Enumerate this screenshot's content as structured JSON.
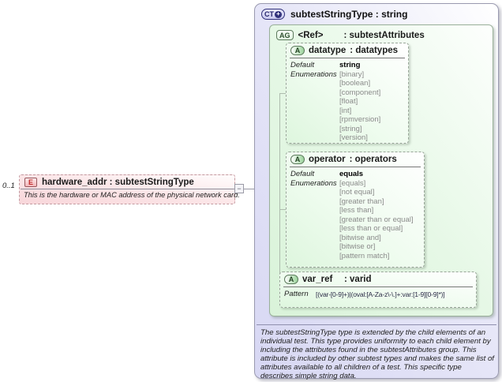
{
  "icons": {
    "plus_glyph": "+",
    "collapse_glyph": "−"
  },
  "colors": {
    "lavender": "#d7d7f3",
    "green": "#ddf6dd",
    "pink": "#f8d6da",
    "border": "#9a9ab0"
  },
  "element": {
    "badge": "E",
    "occurrence": "0..1",
    "name": "hardware_addr",
    "type_suffix": ": subtestStringType",
    "annotation": "This is the hardware or MAC address of the physical network card."
  },
  "complex_type": {
    "badge": "CT",
    "title": "subtestStringType : string",
    "description": "The subtestStringType type is extended by the child elements of an individual test.  This type provides uniformity to each child element by including the attributes found in the subtestAttributes group.  This attribute is included by other subtest types and makes the same list of attributes available to all children of a test.  This specific type describes simple string data."
  },
  "attribute_group": {
    "badge": "AG",
    "name": "<Ref>",
    "type_suffix": ": subtestAttributes"
  },
  "attributes": {
    "datatype": {
      "badge": "A",
      "name": "datatype",
      "type_suffix": ": datatypes",
      "default_label": "Default",
      "default_value": "string",
      "enumerations_label": "Enumerations",
      "enumerations": [
        "[binary]",
        "[boolean]",
        "[component]",
        "[float]",
        "[int]",
        "[rpmversion]",
        "[string]",
        "[version]"
      ]
    },
    "operator": {
      "badge": "A",
      "name": "operator",
      "type_suffix": ": operators",
      "default_label": "Default",
      "default_value": "equals",
      "enumerations_label": "Enumerations",
      "enumerations": [
        "[equals]",
        "[not equal]",
        "[greater than]",
        "[less than]",
        "[greater than or equal]",
        "[less than or equal]",
        "[bitwise and]",
        "[bitwise or]",
        "[pattern match]"
      ]
    },
    "var_ref": {
      "badge": "A",
      "name": "var_ref",
      "type_suffix": ": varid",
      "pattern_label": "Pattern",
      "pattern_value": "[(var-[0-9]+)|(oval:[A-Za-z\\-\\.]+:var:[1-9][0-9]*)]"
    }
  }
}
